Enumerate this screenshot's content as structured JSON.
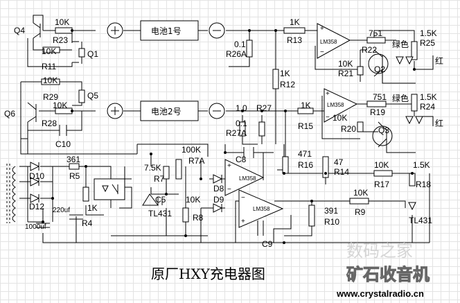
{
  "title": "原厂HXY充电器图",
  "watermark": {
    "text1": "数码之家",
    "text2": "矿石收音机",
    "url": "www.crystalradio.cn"
  },
  "batteries": [
    "电池1号",
    "电池2号"
  ],
  "opamp": "LM358",
  "labels": {
    "q4": "Q4",
    "r23_val": "10K",
    "r23": "R23",
    "r11_val": "10K",
    "r11": "R11",
    "q1": "Q1",
    "r29_val": "10K",
    "r29": "R29",
    "q5": "Q5",
    "q6": "Q6",
    "r28_val": "10K",
    "r28": "R28",
    "c10": "C10",
    "r26a_val": "0.1",
    "r26a": "R26A",
    "r13_val": "1K",
    "r13": "R13",
    "r12_val": "1K",
    "r12": "R12",
    "r22_val": "751",
    "r22": "R22",
    "green1": "绿色",
    "r25_val": "1.5K",
    "r25": "R25",
    "r21_val": "10K",
    "r21": "R21",
    "q2": "Q2",
    "red1": "红",
    "r19_val": "751",
    "r19": "R19",
    "green2": "绿色",
    "r24_val": "1.5K",
    "r24": "R24",
    "r20_val": "10K",
    "r20": "R20",
    "q3": "Q3",
    "red2": "红",
    "r27_val": "1.0",
    "r27": "R27",
    "r27a_val": "0.1",
    "r27a": "R27A",
    "r15_val": "1K",
    "r15": "R15",
    "c8": "C8",
    "r16_val": "471",
    "r16": "R16",
    "r14_val": "47",
    "r14": "R14",
    "r17_val": "10K",
    "r17": "R17",
    "r18_val": "1.5K",
    "r18": "R18",
    "r9_val": "10K",
    "r9": "R9",
    "r10_val": "391",
    "r10": "R10",
    "tl431b": "TL431",
    "d8": "D8",
    "d9": "D9",
    "c9": "C9",
    "r7a_val": "100K",
    "r7a": "R7A",
    "r7_val": "7.5K",
    "r7": "R7",
    "c5": "C5",
    "tl431a": "TL431",
    "r8_val": "10K",
    "r8": "R8",
    "r5_val": "361",
    "r5": "R5",
    "r4_val": "1K",
    "r4": "R4",
    "d10": "D10",
    "d12": "D12",
    "c220": "220uf",
    "c1000": "1000uf"
  }
}
